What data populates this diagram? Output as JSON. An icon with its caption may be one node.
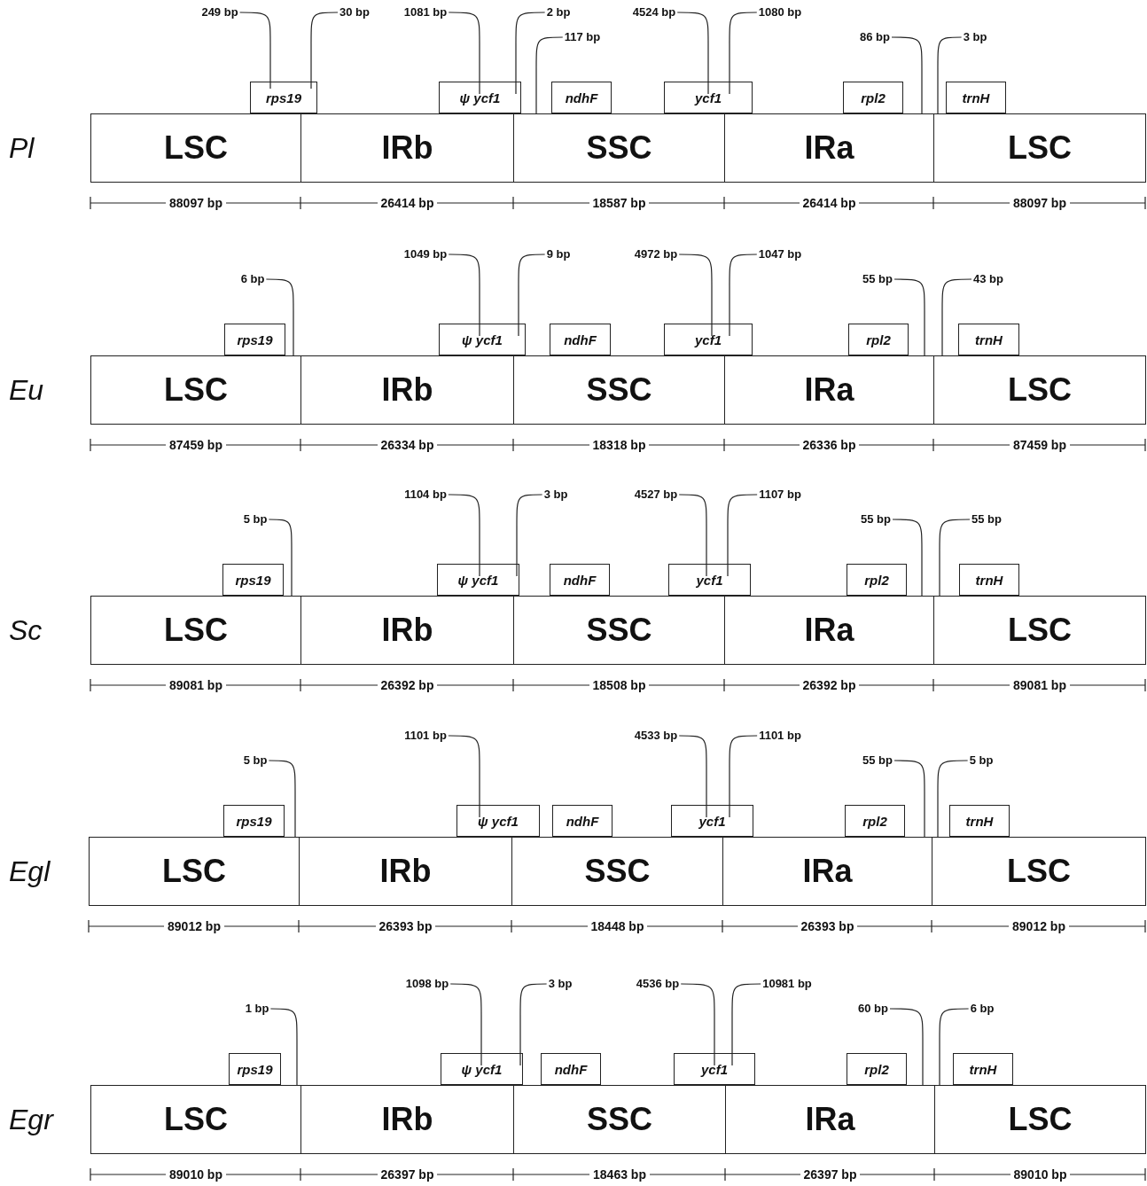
{
  "diagram": {
    "nodes": [
      {
        "text": [
          "249 bp"
        ]
      },
      {
        "text": [
          "30 bp"
        ]
      },
      {
        "text": [
          "1081 bp"
        ]
      },
      {
        "text": [
          "2 bp"
        ]
      },
      {
        "text": [
          "117 bp"
        ]
      },
      {
        "text": [
          "4524 bp"
        ]
      },
      {
        "text": [
          "1080 bp"
        ]
      },
      {
        "text": [
          "86 bp"
        ]
      },
      {
        "text": [
          "3 bp"
        ]
      },
      {
        "text": [
          "rps19"
        ]
      },
      {
        "text": [
          "ψ ycf1"
        ]
      },
      {
        "text": [
          "ndhF"
        ]
      },
      {
        "text": [
          "ycf1"
        ]
      },
      {
        "text": [
          "rpl2"
        ]
      },
      {
        "text": [
          "trnH"
        ]
      },
      {
        "text": [
          "LSC"
        ],
        "beside": [
          "88097 bp"
        ]
      },
      {
        "text": [
          "IRb"
        ],
        "beside": [
          "26414 bp"
        ]
      },
      {
        "text": [
          "SSC"
        ],
        "beside": [
          "18587 bp"
        ]
      },
      {
        "text": [
          "IRa"
        ],
        "beside": [
          "26414 bp"
        ]
      },
      {
        "text": [
          "LSC"
        ],
        "beside": [
          "88097 bp"
        ]
      },
      {
        "text": [
          "6 bp"
        ]
      },
      {
        "text": [
          "1049 bp"
        ]
      },
      {
        "text": [
          "9 bp"
        ]
      },
      {
        "text": [
          "4972 bp"
        ]
      },
      {
        "text": [
          "1047 bp"
        ]
      },
      {
        "text": [
          "55 bp"
        ]
      },
      {
        "text": [
          "43 bp"
        ]
      },
      {
        "text": [
          "rps19"
        ]
      },
      {
        "text": [
          "ψ ycf1"
        ]
      },
      {
        "text": [
          "ndhF"
        ]
      },
      {
        "text": [
          "ycf1"
        ]
      },
      {
        "text": [
          "rpl2"
        ]
      },
      {
        "text": [
          "trnH"
        ]
      },
      {
        "text": [
          "LSC"
        ],
        "beside": [
          "87459 bp"
        ]
      },
      {
        "text": [
          "IRb"
        ],
        "beside": [
          "26334 bp"
        ]
      },
      {
        "text": [
          "SSC"
        ],
        "beside": [
          "18318 bp"
        ]
      },
      {
        "text": [
          "IRa"
        ],
        "beside": [
          "26336 bp"
        ]
      },
      {
        "text": [
          "LSC"
        ],
        "beside": [
          "87459 bp"
        ]
      },
      {
        "text": [
          "5 bp"
        ]
      },
      {
        "text": [
          "1104 bp"
        ]
      },
      {
        "text": [
          "3 bp"
        ]
      },
      {
        "text": [
          "4527 bp"
        ]
      },
      {
        "text": [
          "1107 bp"
        ]
      },
      {
        "text": [
          "55 bp"
        ]
      },
      {
        "text": [
          "55 bp"
        ]
      },
      {
        "text": [
          "rps19"
        ]
      },
      {
        "text": [
          "ψ ycf1"
        ]
      },
      {
        "text": [
          "ndhF"
        ]
      },
      {
        "text": [
          "ycf1"
        ]
      },
      {
        "text": [
          "rpl2"
        ]
      },
      {
        "text": [
          "trnH"
        ]
      },
      {
        "text": [
          "LSC"
        ],
        "beside": [
          "89081 bp"
        ]
      },
      {
        "text": [
          "IRb"
        ],
        "beside": [
          "26392 bp"
        ]
      },
      {
        "text": [
          "SSC"
        ],
        "beside": [
          "18508 bp"
        ]
      },
      {
        "text": [
          "IRa"
        ],
        "beside": [
          "26392 bp"
        ]
      },
      {
        "text": [
          "LSC"
        ],
        "beside": [
          "89081 bp"
        ]
      },
      {
        "text": [
          "5 bp"
        ]
      },
      {
        "text": [
          "1101 bp"
        ]
      },
      {
        "text": [
          "4533 bp"
        ]
      },
      {
        "text": [
          "1101 bp"
        ]
      },
      {
        "text": [
          "55 bp"
        ]
      },
      {
        "text": [
          "5 bp"
        ]
      },
      {
        "text": [
          "rps19"
        ]
      },
      {
        "text": [
          "ψ ycf1"
        ]
      },
      {
        "text": [
          "ndhF"
        ]
      },
      {
        "text": [
          "ycf1"
        ]
      },
      {
        "text": [
          "rpl2"
        ]
      },
      {
        "text": [
          "trnH"
        ]
      },
      {
        "text": [
          "LSC"
        ],
        "beside": [
          "89012 bp"
        ]
      },
      {
        "text": [
          "IRb"
        ],
        "beside": [
          "26393 bp"
        ]
      },
      {
        "text": [
          "SSC"
        ],
        "beside": [
          "18448 bp"
        ]
      },
      {
        "text": [
          "IRa"
        ],
        "beside": [
          "26393 bp"
        ]
      },
      {
        "text": [
          "LSC"
        ],
        "beside": [
          "89012 bp"
        ]
      },
      {
        "text": [
          "1 bp"
        ]
      },
      {
        "text": [
          "1098 bp"
        ]
      },
      {
        "text": [
          "3 bp"
        ]
      },
      {
        "text": [
          "4536 bp"
        ]
      },
      {
        "text": [
          "10981 bp"
        ]
      },
      {
        "text": [
          "60 bp"
        ]
      },
      {
        "text": [
          "6 bp"
        ]
      },
      {
        "text": [
          "rps19"
        ]
      },
      {
        "text": [
          "ψ ycf1"
        ]
      },
      {
        "text": [
          "ndhF"
        ]
      },
      {
        "text": [
          "ycf1"
        ]
      },
      {
        "text": [
          "rpl2"
        ]
      },
      {
        "text": [
          "trnH"
        ]
      },
      {
        "text": [
          "LSC"
        ],
        "beside": [
          "89010 bp"
        ]
      },
      {
        "text": [
          "IRb"
        ],
        "beside": [
          "26397 bp"
        ]
      },
      {
        "text": [
          "SSC"
        ],
        "beside": [
          "18463 bp"
        ]
      },
      {
        "text": [
          "IRa"
        ],
        "beside": [
          "26397 bp"
        ]
      },
      {
        "text": [
          "LSC"
        ],
        "beside": [
          "89010 bp"
        ]
      }
    ],
    "edges": [
      {
        "from": 0,
        "to": 9,
        "arrow": "none"
      },
      {
        "from": 1,
        "to": 9,
        "arrow": "none"
      },
      {
        "from": 2,
        "to": 10,
        "arrow": "none"
      },
      {
        "from": 3,
        "to": 10,
        "arrow": "none"
      },
      {
        "from": 4,
        "to": 17,
        "arrow": "none"
      },
      {
        "from": 5,
        "to": 12,
        "arrow": "none"
      },
      {
        "from": 6,
        "to": 12,
        "arrow": "none"
      },
      {
        "from": 7,
        "to": 18,
        "arrow": "none"
      },
      {
        "from": 8,
        "to": 19,
        "arrow": "none"
      },
      {
        "from": 20,
        "to": 33,
        "arrow": "none"
      },
      {
        "from": 21,
        "to": 28,
        "arrow": "none"
      },
      {
        "from": 22,
        "to": 28,
        "arrow": "none"
      },
      {
        "from": 23,
        "to": 30,
        "arrow": "none"
      },
      {
        "from": 24,
        "to": 30,
        "arrow": "none"
      },
      {
        "from": 25,
        "to": 36,
        "arrow": "none"
      },
      {
        "from": 26,
        "to": 37,
        "arrow": "none"
      },
      {
        "from": 38,
        "to": 51,
        "arrow": "none"
      },
      {
        "from": 39,
        "to": 46,
        "arrow": "none"
      },
      {
        "from": 40,
        "to": 46,
        "arrow": "none"
      },
      {
        "from": 41,
        "to": 48,
        "arrow": "none"
      },
      {
        "from": 42,
        "to": 48,
        "arrow": "none"
      },
      {
        "from": 43,
        "to": 54,
        "arrow": "none"
      },
      {
        "from": 44,
        "to": 55,
        "arrow": "none"
      },
      {
        "from": 56,
        "to": 68,
        "arrow": "none"
      },
      {
        "from": 57,
        "to": 63,
        "arrow": "none"
      },
      {
        "from": 58,
        "to": 65,
        "arrow": "none"
      },
      {
        "from": 59,
        "to": 65,
        "arrow": "none"
      },
      {
        "from": 60,
        "to": 71,
        "arrow": "none"
      },
      {
        "from": 61,
        "to": 72,
        "arrow": "none"
      },
      {
        "from": 73,
        "to": 86,
        "arrow": "none"
      },
      {
        "from": 74,
        "to": 81,
        "arrow": "none"
      },
      {
        "from": 75,
        "to": 81,
        "arrow": "none"
      },
      {
        "from": 76,
        "to": 83,
        "arrow": "none"
      },
      {
        "from": 77,
        "to": 83,
        "arrow": "none"
      },
      {
        "from": 78,
        "to": 89,
        "arrow": "none"
      },
      {
        "from": 79,
        "to": 90,
        "arrow": "none"
      }
    ],
    "labels": [
      "Pl",
      "Eu",
      "Sc",
      "Egl",
      "Egr"
    ]
  }
}
